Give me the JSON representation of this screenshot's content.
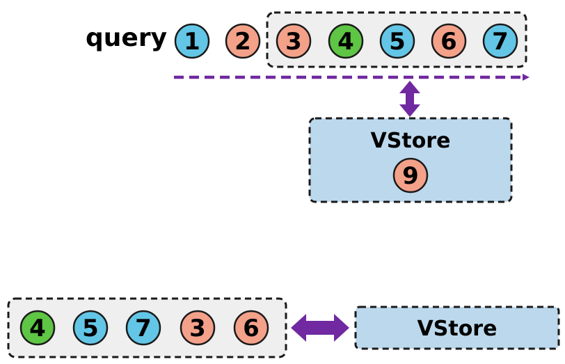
{
  "colors": {
    "blue": "#63c6e6",
    "orange": "#f4a18a",
    "green": "#5ec545",
    "purple": "#7029a0",
    "store_fill": "#bcd8ec",
    "window_fill": "#efefef",
    "border": "#1a1a1a"
  },
  "top": {
    "query_label": "query",
    "queue": [
      {
        "label": "1",
        "color": "blue"
      },
      {
        "label": "2",
        "color": "orange"
      },
      {
        "label": "3",
        "color": "orange"
      },
      {
        "label": "4",
        "color": "green"
      },
      {
        "label": "5",
        "color": "blue"
      },
      {
        "label": "6",
        "color": "orange"
      },
      {
        "label": "7",
        "color": "blue"
      }
    ],
    "store": {
      "title": "VStore",
      "item": {
        "label": "9",
        "color": "orange"
      }
    }
  },
  "bottom": {
    "queue": [
      {
        "label": "4",
        "color": "green"
      },
      {
        "label": "5",
        "color": "blue"
      },
      {
        "label": "7",
        "color": "blue"
      },
      {
        "label": "3",
        "color": "orange"
      },
      {
        "label": "6",
        "color": "orange"
      }
    ],
    "store": {
      "title": "VStore"
    }
  }
}
